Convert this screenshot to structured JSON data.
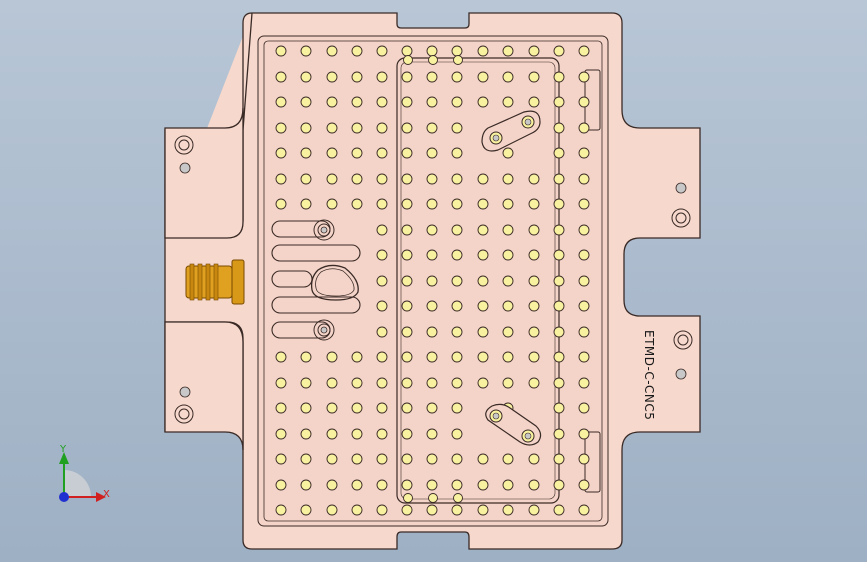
{
  "viewport": {
    "background_top": "#b8c6d6",
    "background_bottom": "#9eb0c4"
  },
  "part": {
    "engraved_label": "ETMD-C-CNC5",
    "body_color": "#f6d8cc",
    "edge_color": "#3a2a26",
    "hole_fill": "#f8f2a0",
    "fitting_color": "#e0a020"
  },
  "triad": {
    "x_label": "X",
    "y_label": "Y",
    "x_color": "#d02020",
    "y_color": "#20a020",
    "z_color": "#2030d0"
  }
}
